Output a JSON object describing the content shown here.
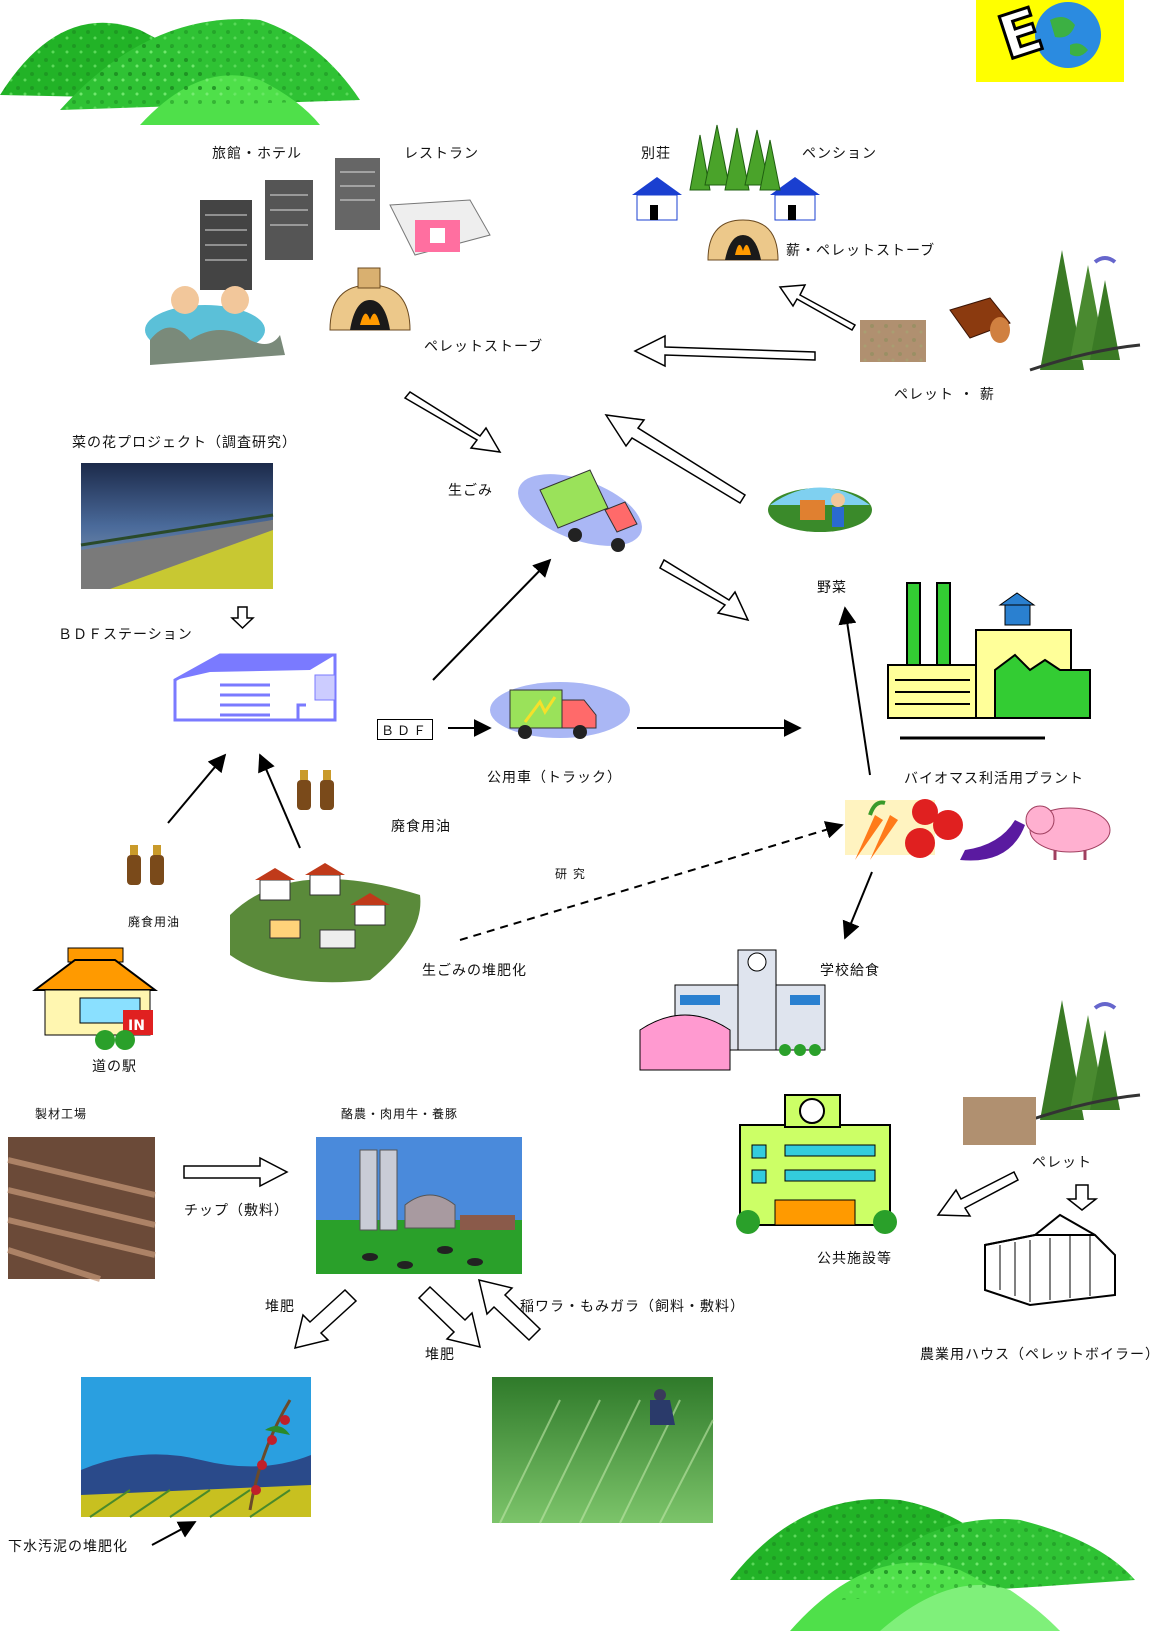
{
  "labels": {
    "ryokan_hotel": "旅館・ホテル",
    "restaurant": "レストラン",
    "bessou": "別荘",
    "pension": "ペンション",
    "firewood_stove": "薪・ペレットストーブ",
    "pellet_stove": "ペレットストーブ",
    "pellet_firewood": "ペレット ・ 薪",
    "nanohana": "菜の花プロジェクト（調査研究）",
    "namagomi": "生ごみ",
    "yasai": "野菜",
    "bdf_station": "ＢＤＦステーション",
    "bdf": "ＢＤＦ",
    "public_truck": "公用車（トラック）",
    "biomass_plant": "バイオマス利活用プラント",
    "waste_oil_1": "廃食用油",
    "kenkyu": "研 究",
    "waste_oil_2": "廃食用油",
    "compost_garbage": "生ごみの堆肥化",
    "school_lunch": "学校給食",
    "michinoeki": "道の駅",
    "sawmill": "製材工場",
    "dairy": "酪農・肉用牛・養豚",
    "chip": "チップ（敷料）",
    "pellet": "ペレット",
    "public_facilities": "公共施設等",
    "compost_1": "堆肥",
    "straw": "稲ワラ・もみガラ（飼料・敷料）",
    "compost_2": "堆肥",
    "farm_house": "農業用ハウス（ペレットボイラー）",
    "sewage": "下水汚泥の堆肥化",
    "logo_letter": "E"
  },
  "colors": {
    "hill_dark": "#22b327",
    "hill_light": "#4fe04a",
    "logo_bg": "#ffff00",
    "building_blue": "#7a7aff",
    "plant_green": "#33cc33",
    "plant_yellow": "#ffff99"
  }
}
